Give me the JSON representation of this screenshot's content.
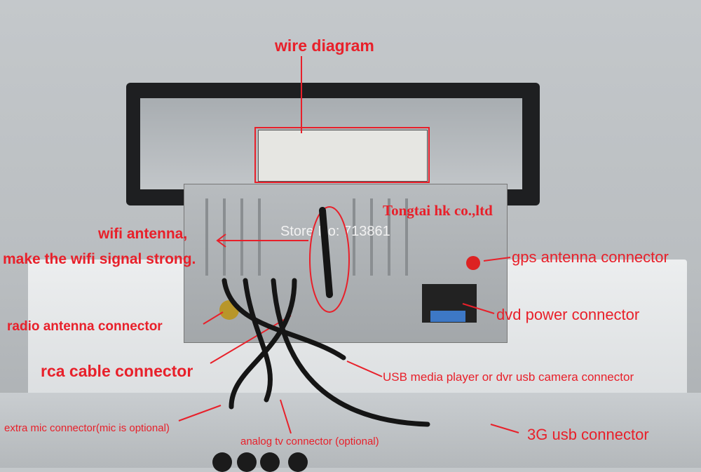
{
  "labels": {
    "wire_diagram": "wire diagram",
    "company": "Tongtai hk co.,ltd",
    "store": "Store No: 713861",
    "wifi_antenna": "wifi antenna,",
    "wifi_signal": "make the wifi signal strong.",
    "gps": "gps antenna connector",
    "dvd_power": "dvd power connector",
    "radio": "radio antenna connector",
    "rca": "rca cable connector",
    "usb_media": "USB media player or dvr usb camera connector",
    "mic": "extra mic connector(mic is optional)",
    "analog_tv": "analog tv connector (optional)",
    "usb_3g": "3G usb connector"
  },
  "colors": {
    "annotation": "#e8202a"
  }
}
